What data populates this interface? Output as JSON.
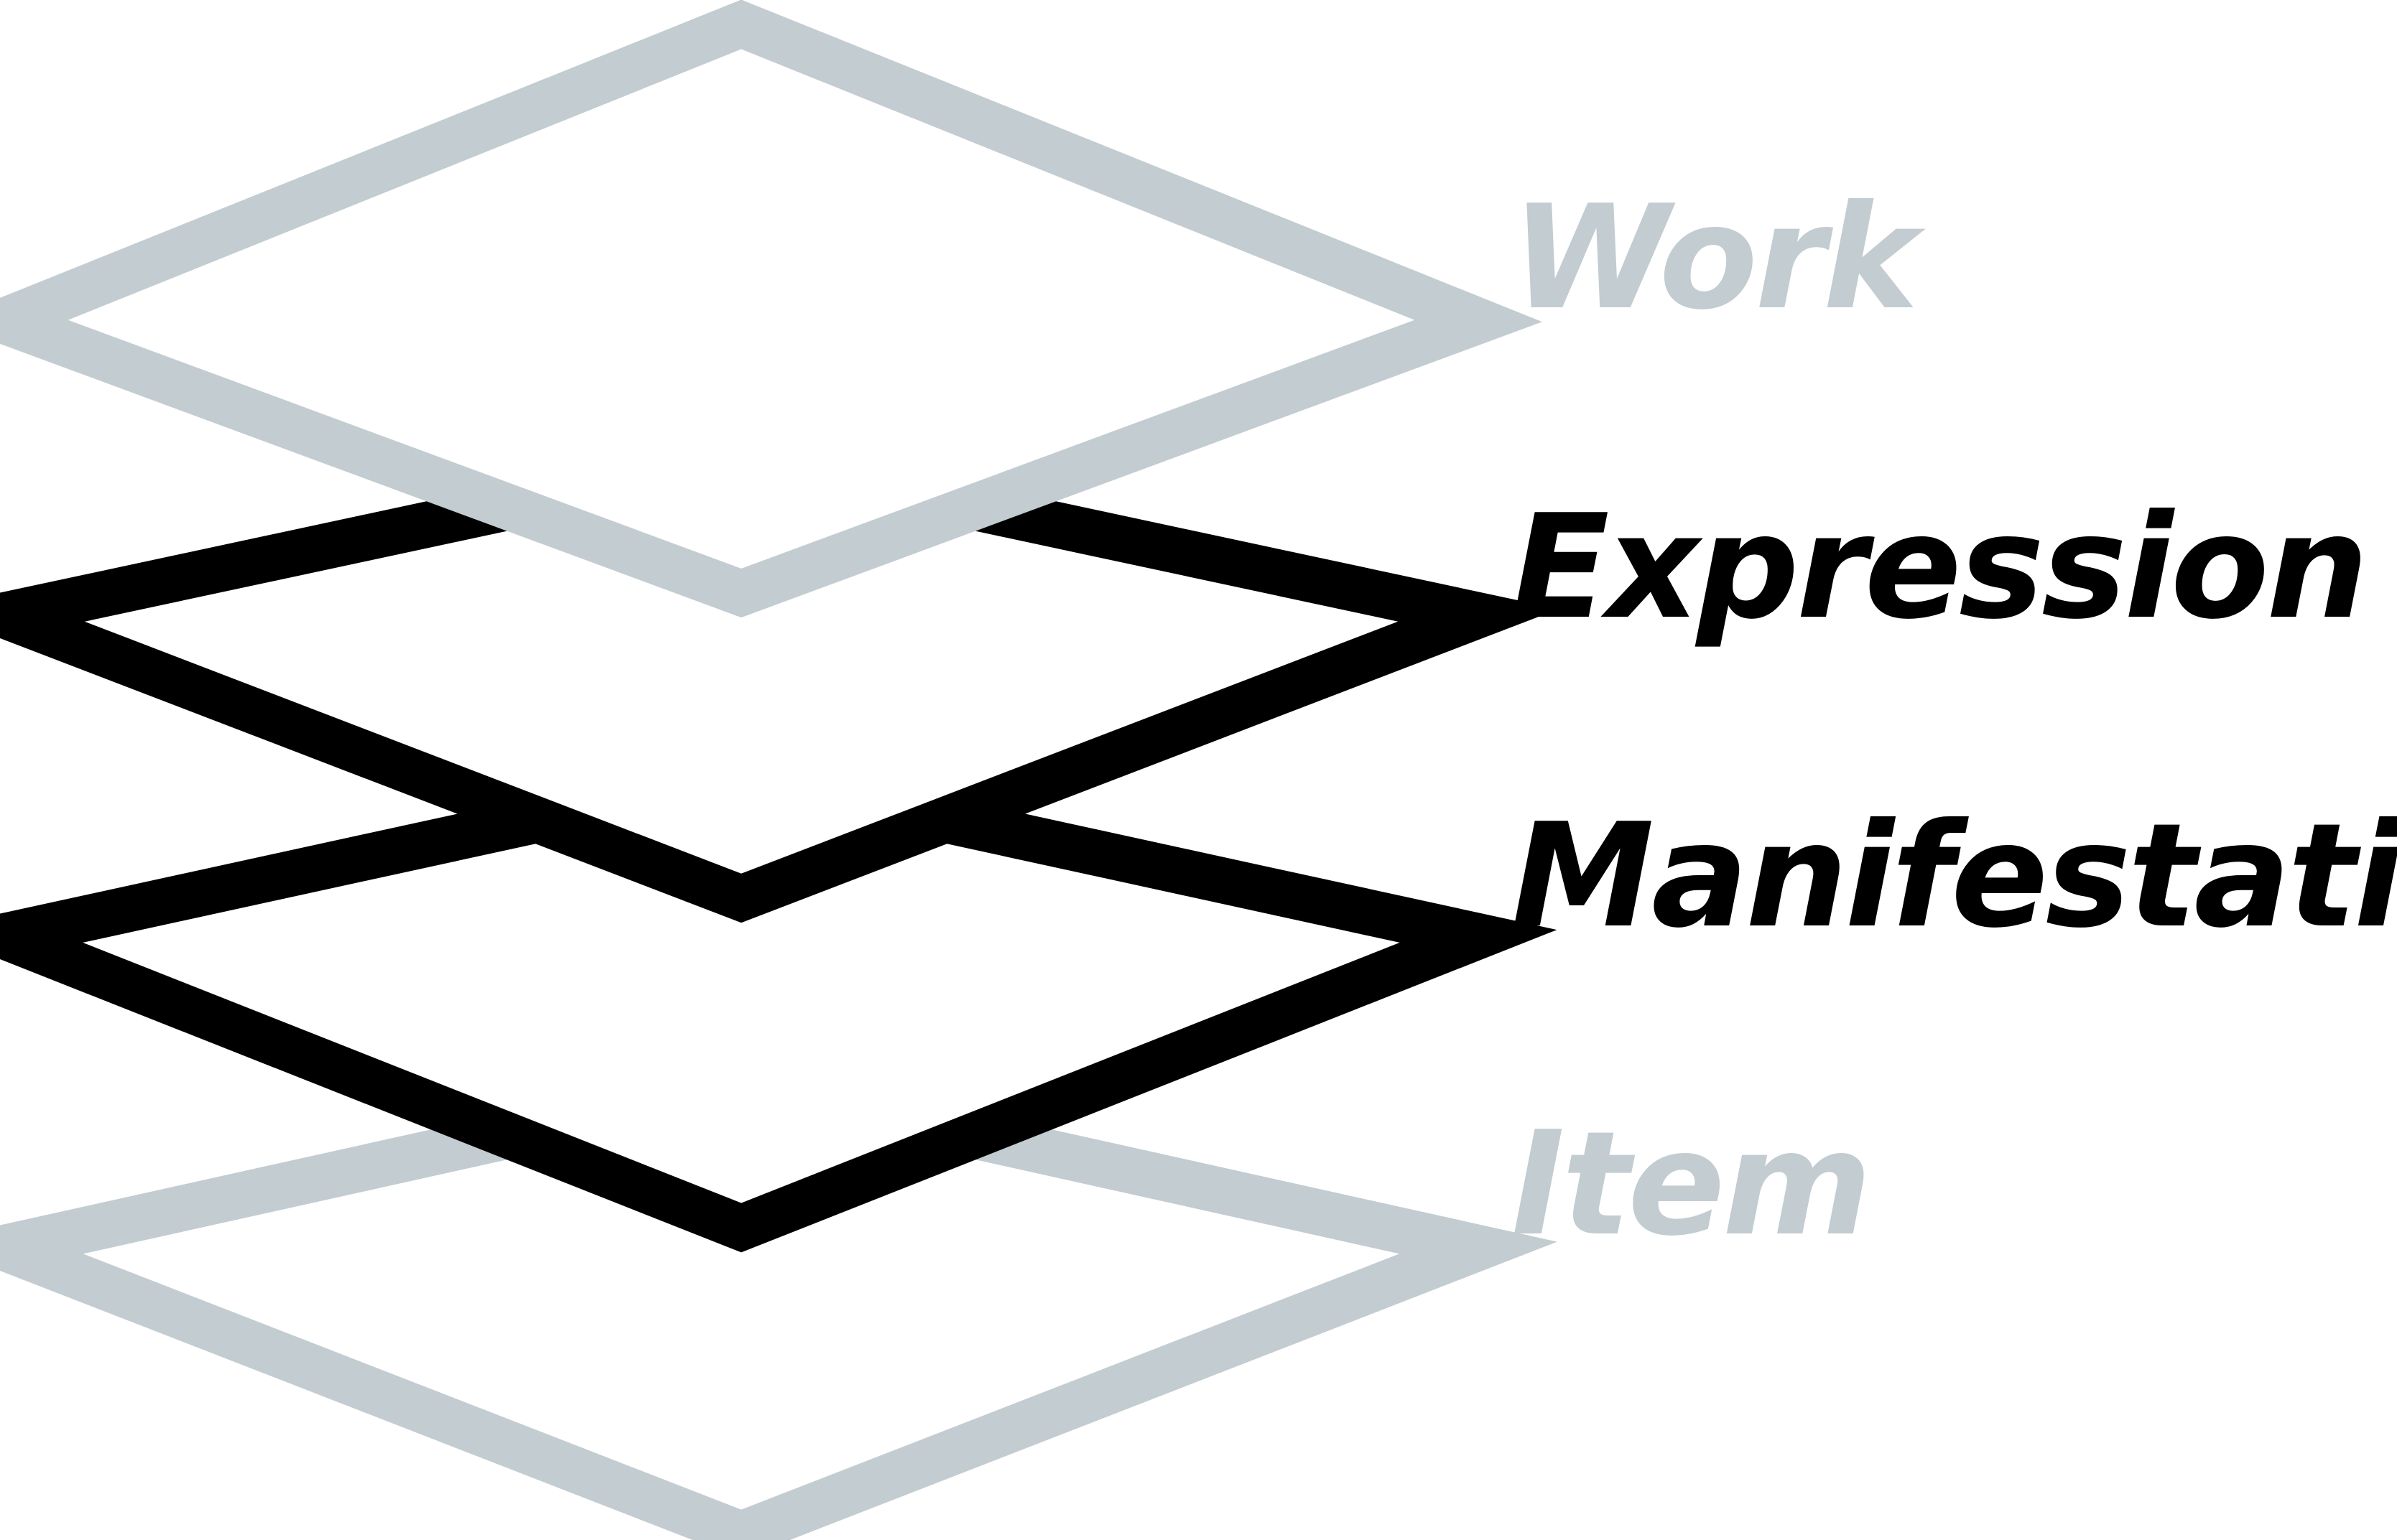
{
  "diagram": {
    "layers": [
      {
        "id": "work",
        "label": "Work",
        "color": "#c2ccd1"
      },
      {
        "id": "expression",
        "label": "Expression",
        "color": "#000000"
      },
      {
        "id": "manifestation",
        "label": "Manifestation",
        "color": "#000000"
      },
      {
        "id": "item",
        "label": "Item",
        "color": "#c2ccd1"
      }
    ]
  }
}
